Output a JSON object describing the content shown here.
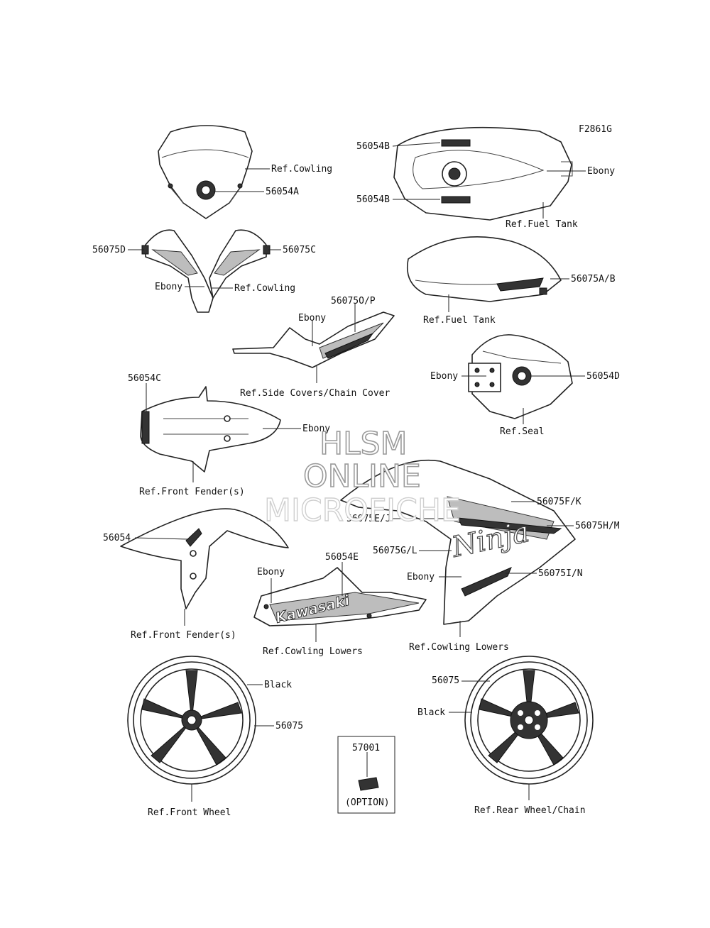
{
  "figure_code": "F2861G",
  "labels": {
    "ref_cowling_windshield": "Ref.Cowling",
    "p56054A": "56054A",
    "p56054B_top": "56054B",
    "p56054B_bottom": "56054B",
    "tank_ebony": "Ebony",
    "ref_fuel_tank_1": "Ref.Fuel Tank",
    "p56075D": "56075D",
    "p56075C": "56075C",
    "upper_ebony": "Ebony",
    "ref_cowling_upper": "Ref.Cowling",
    "p56075AB": "56075A/B",
    "ref_fuel_tank_2": "Ref.Fuel Tank",
    "p56075OP": "56075O/P",
    "side_ebony": "Ebony",
    "ref_side_covers": "Ref.Side Covers/Chain Cover",
    "seat_ebony": "Ebony",
    "p56054D": "56054D",
    "ref_seal": "Ref.Seal",
    "p56054C": "56054C",
    "fender_ebony": "Ebony",
    "ref_front_fender_1": "Ref.Front Fender(s)",
    "p56075FK": "56075F/K",
    "p56075EJ": "56075E/J",
    "p56075HM": "56075H/M",
    "p56054": "56054",
    "p56054E": "56054E",
    "lower_left_ebony": "Ebony",
    "p56075GL": "56075G/L",
    "lower_right_ebony": "Ebony",
    "p56075IN": "56075I/N",
    "ref_front_fender_2": "Ref.Front Fender(s)",
    "ref_cowling_lowers_1": "Ref.Cowling Lowers",
    "ref_cowling_lowers_2": "Ref.Cowling Lowers",
    "front_black": "Black",
    "p56075_front": "56075",
    "p56075_rear": "56075",
    "rear_black": "Black",
    "p57001": "57001",
    "option": "(OPTION)",
    "ref_front_wheel": "Ref.Front Wheel",
    "ref_rear_wheel": "Ref.Rear Wheel/Chain",
    "decal_kawasaki": "Kawasaki",
    "decal_ninja": "Ninja"
  },
  "watermark": [
    "HLSM",
    "ONLINE",
    "MICROFICHE"
  ]
}
